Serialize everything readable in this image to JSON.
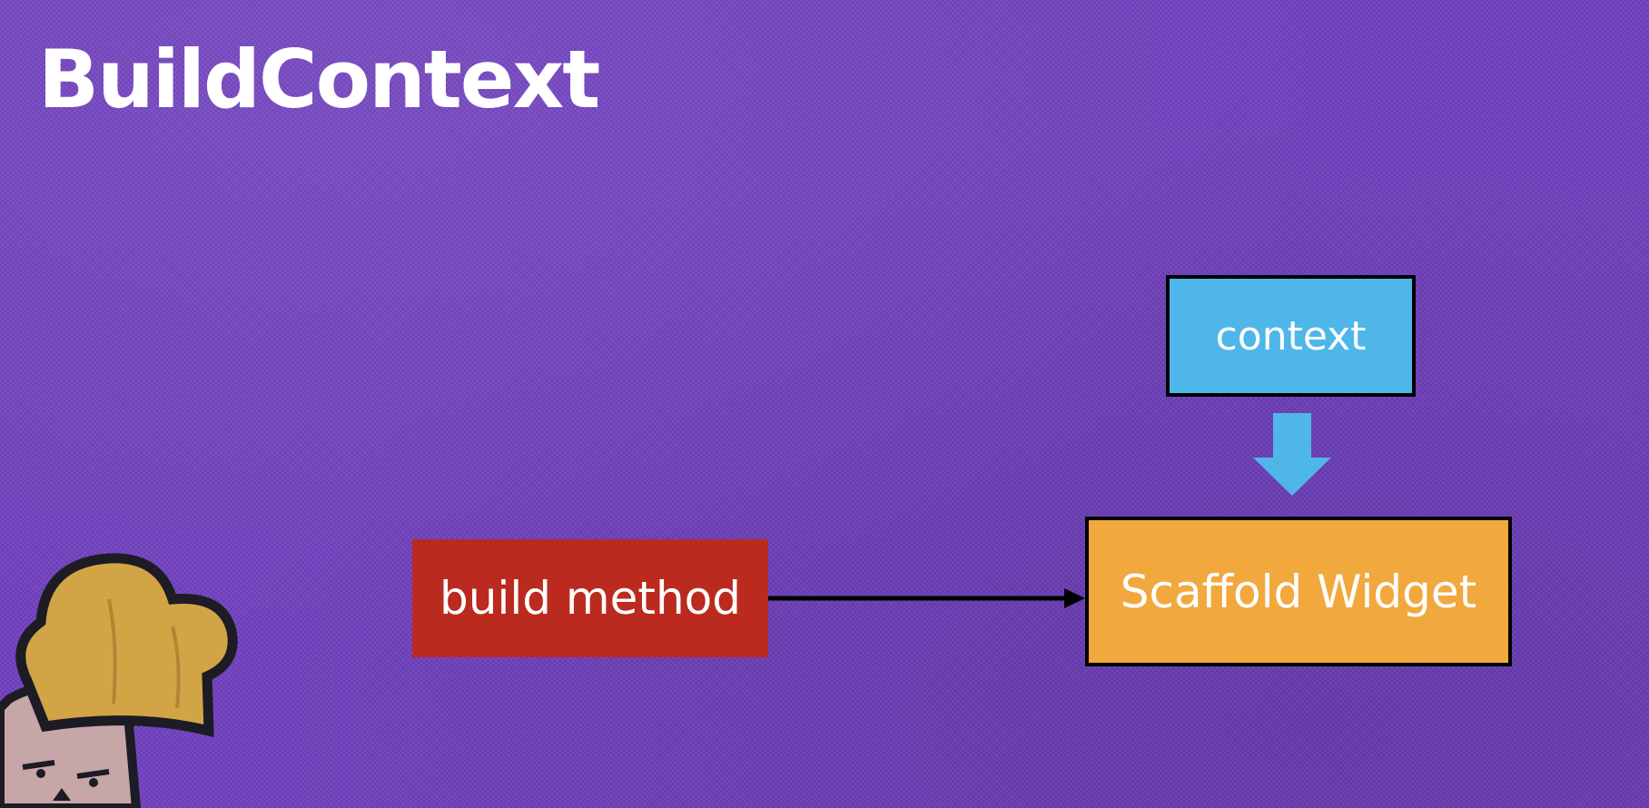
{
  "title": "BuildContext",
  "diagram": {
    "nodes": {
      "context": {
        "label": "context",
        "color": "#4fb6ea"
      },
      "build_method": {
        "label": "build method",
        "color": "#bb2a1f"
      },
      "scaffold_widget": {
        "label": "Scaffold Widget",
        "color": "#f1a83d"
      }
    },
    "edges": [
      {
        "from": "build_method",
        "to": "scaffold_widget",
        "style": "black-line-arrow"
      },
      {
        "from": "context",
        "to": "scaffold_widget",
        "style": "blue-block-arrow"
      }
    ]
  },
  "colors": {
    "background": "#7140c0",
    "title_text": "#ffffff",
    "arrow_black": "#000000",
    "arrow_blue": "#4fb6ea"
  },
  "icons": {
    "mascot": "chef-mascot-icon"
  }
}
